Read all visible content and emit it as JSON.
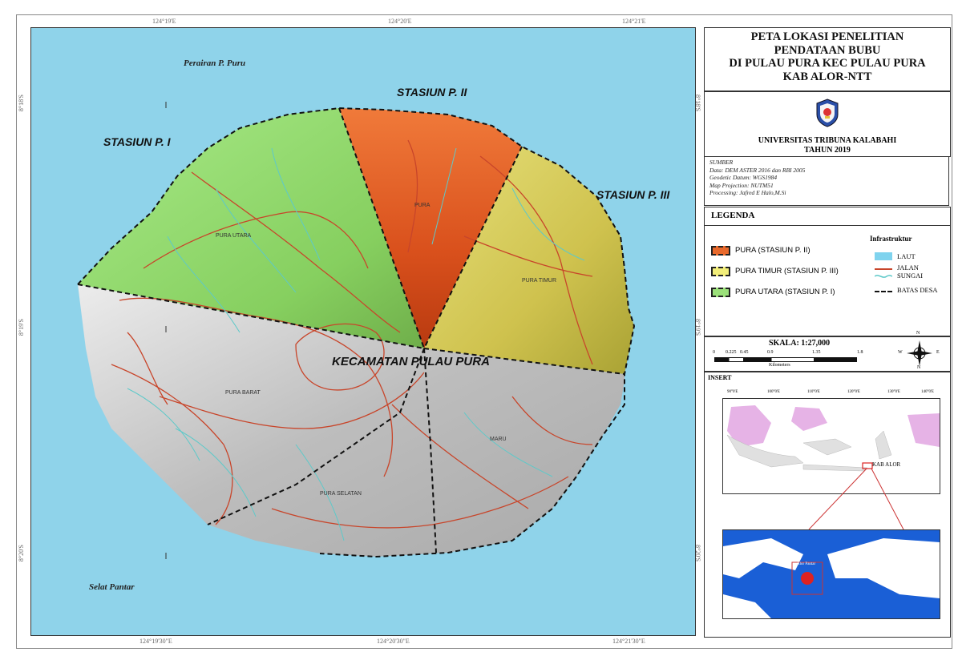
{
  "map": {
    "title_lines": [
      "PETA LOKASI PENELITIAN",
      "PENDATAAN BUBU",
      "DI PULAU PURA KEC PULAU PURA",
      "KAB ALOR-NTT"
    ],
    "institution": "UNIVERSITAS TRIBUNA KALABAHI",
    "year": "TAHUN 2019",
    "sources": [
      "SUMBER",
      "Data: DEM ASTER 2016 dan RBI 2005",
      "Geodetic Datum: WGS1984",
      "Map Projection: NUTM51",
      "Processing: Jafred E Halo,M.Si"
    ],
    "stations": {
      "s1": "STASIUN P. I",
      "s2": "STASIUN P. II",
      "s3": "STASIUN P. III"
    },
    "district_label": "KECAMATAN PULAU PURA",
    "water_labels": {
      "north": "Perairan P. Puru",
      "southwest": "Selat Pantar"
    },
    "villages": {
      "pura_utara": "PURA UTARA",
      "pura": "PURA",
      "pura_timur": "PURA TIMUR",
      "pura_barat": "PURA BARAT",
      "pura_selatan": "PURA SELATAN",
      "maru": "MARU"
    },
    "grid_ticks": {
      "top": [
        "124°19'E",
        "124°20'E",
        "124°21'E"
      ],
      "bottom": [
        "124°19'30\"E",
        "124°20'30\"E",
        "124°21'30\"E"
      ],
      "left": [
        "8°18'S",
        "8°19'S",
        "8°20'S"
      ],
      "right": [
        "8°18'S",
        "8°19'S",
        "8°20'S"
      ]
    }
  },
  "legend": {
    "heading": "LEGENDA",
    "areas": [
      {
        "label": "PURA (STASIUN P. II)",
        "color": "#e8692c"
      },
      {
        "label": "PURA TIMUR (STASIUN P. III)",
        "color": "#f2ee7a"
      },
      {
        "label": "PURA UTARA (STASIUN P. I)",
        "color": "#9be07a"
      }
    ],
    "infra_heading": "Infrastruktur",
    "infra": [
      {
        "label": "LAUT",
        "color": "#7fd3ee"
      },
      {
        "label": "JALAN",
        "color": "#c8452a"
      },
      {
        "label": "SUNGAI",
        "color": "#5ec9c9"
      },
      {
        "label": "BATAS DESA",
        "color": "#111111"
      }
    ]
  },
  "scale": {
    "label": "SKALA: 1:27,000",
    "ticks": [
      "0",
      "0.225",
      "0.45",
      "0.9",
      "1.35",
      "1.8"
    ],
    "unit": "Kilometers",
    "north_arrow": {
      "n": "N",
      "s": "N",
      "e": "E",
      "w": "W"
    }
  },
  "inset": {
    "heading": "INSERT",
    "location_label": "KAB ALOR",
    "top_ticks": [
      "90°0'E",
      "100°0'E",
      "110°0'E",
      "120°0'E",
      "130°0'E",
      "140°0'E"
    ],
    "small_label": "Alor Pantar"
  },
  "colors": {
    "sea": "#8fd3ea",
    "station1": "#9be07a",
    "station2": "#e8692c",
    "station3": "#d8cf58",
    "land_gray": "#b8b8b8",
    "road": "#c8452a",
    "river": "#5ec9c9"
  }
}
